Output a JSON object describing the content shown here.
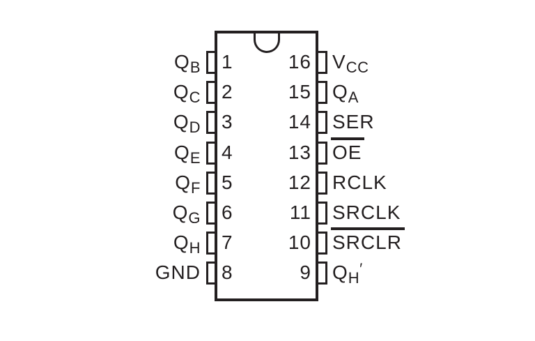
{
  "colors": {
    "ink": "#231f20",
    "background": "#ffffff"
  },
  "chip": {
    "left_pins": [
      {
        "number": "1",
        "base": "Q",
        "sub": "B"
      },
      {
        "number": "2",
        "base": "Q",
        "sub": "C"
      },
      {
        "number": "3",
        "base": "Q",
        "sub": "D"
      },
      {
        "number": "4",
        "base": "Q",
        "sub": "E"
      },
      {
        "number": "5",
        "base": "Q",
        "sub": "F"
      },
      {
        "number": "6",
        "base": "Q",
        "sub": "G"
      },
      {
        "number": "7",
        "base": "Q",
        "sub": "H"
      },
      {
        "number": "8",
        "base": "GND",
        "sub": ""
      }
    ],
    "right_pins": [
      {
        "number": "16",
        "base": "V",
        "sub": "CC"
      },
      {
        "number": "15",
        "base": "Q",
        "sub": "A"
      },
      {
        "number": "14",
        "base": "SER",
        "sub": ""
      },
      {
        "number": "13",
        "base": "OE",
        "sub": "",
        "overline": true
      },
      {
        "number": "12",
        "base": "RCLK",
        "sub": ""
      },
      {
        "number": "11",
        "base": "SRCLK",
        "sub": ""
      },
      {
        "number": "10",
        "base": "SRCLR",
        "sub": "",
        "overline": true
      },
      {
        "number": "9",
        "base": "Q",
        "sub": "H",
        "prime": "′"
      }
    ]
  }
}
